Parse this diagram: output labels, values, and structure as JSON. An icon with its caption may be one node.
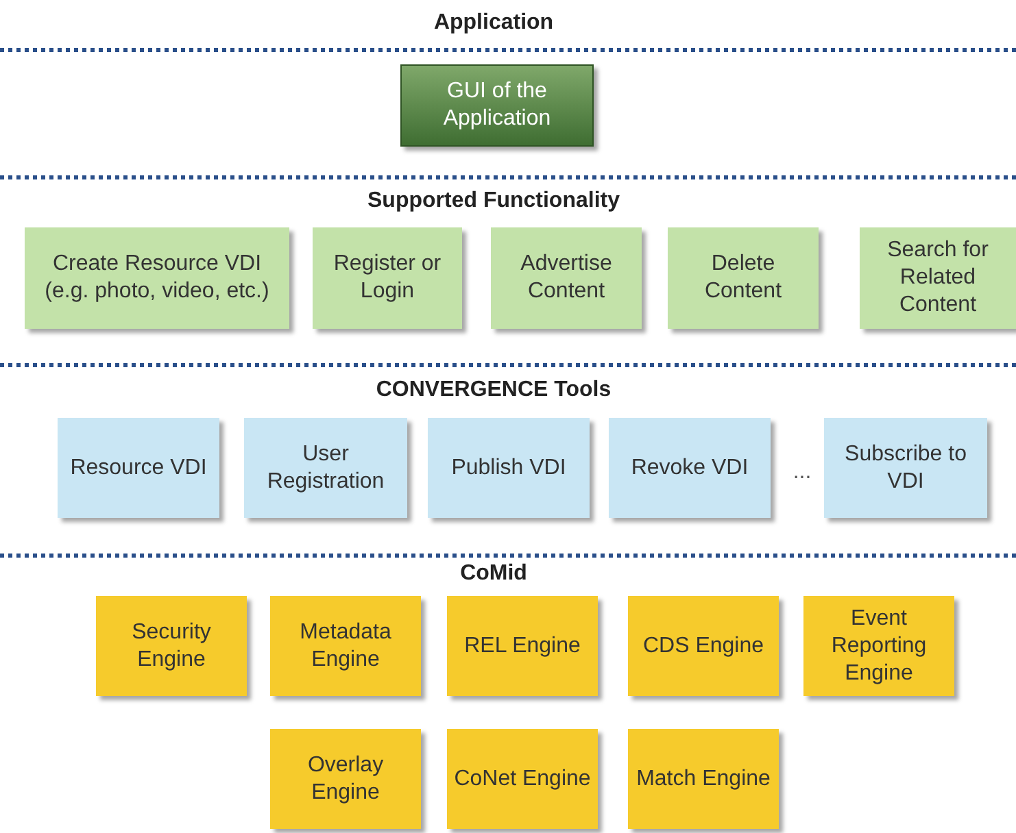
{
  "diagram": {
    "nodes": [
      {
        "text": [
          "GUI of the Application"
        ]
      },
      {
        "text": [
          "Create Resource VDI (e.g. photo, video, etc.)"
        ]
      },
      {
        "text": [
          "Register or Login"
        ]
      },
      {
        "text": [
          "Advertise Content"
        ]
      },
      {
        "text": [
          "Delete Content"
        ]
      },
      {
        "text": [
          "Search for Related Content"
        ]
      },
      {
        "text": [
          "Resource VDI"
        ]
      },
      {
        "text": [
          "User Registration"
        ]
      },
      {
        "text": [
          "Publish VDI"
        ]
      },
      {
        "text": [
          "Revoke VDI"
        ]
      },
      {
        "text": [
          "Subscribe to VDI"
        ]
      },
      {
        "text": [
          "Security Engine"
        ]
      },
      {
        "text": [
          "Metadata Engine"
        ]
      },
      {
        "text": [
          "REL Engine"
        ]
      },
      {
        "text": [
          "CDS Engine"
        ]
      },
      {
        "text": [
          "Event Reporting Engine"
        ]
      },
      {
        "text": [
          "Overlay Engine"
        ]
      },
      {
        "text": [
          "CoNet Engine"
        ]
      },
      {
        "text": [
          "Match Engine"
        ]
      }
    ],
    "edges": [],
    "labels": [
      "Application",
      "Supported Functionality",
      "CONVERGENCE Tools",
      "...",
      "CoMid"
    ]
  }
}
